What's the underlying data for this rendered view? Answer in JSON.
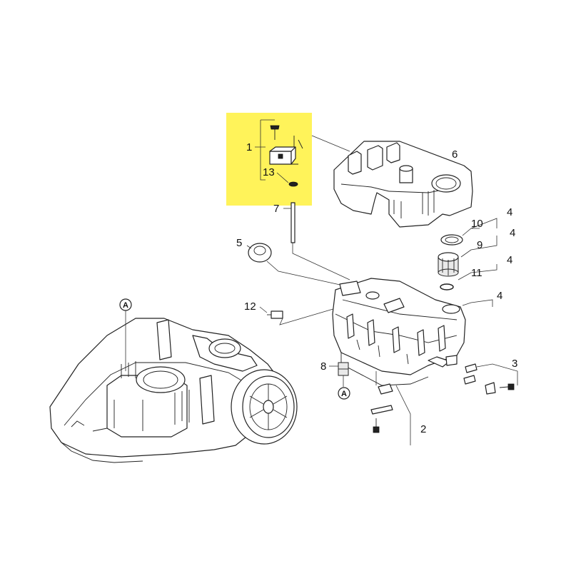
{
  "highlight": {
    "color": "#fff35a"
  },
  "labels": {
    "p1": "1",
    "p2": "2",
    "p3": "3",
    "p4a": "4",
    "p4b": "4",
    "p4c": "4",
    "p4d": "4",
    "p5": "5",
    "p6": "6",
    "p7": "7",
    "p8": "8",
    "p9": "9",
    "p10": "10",
    "p11": "11",
    "p12": "12",
    "p13": "13"
  },
  "markers": {
    "a_top": "A",
    "a_bottom": "A"
  }
}
